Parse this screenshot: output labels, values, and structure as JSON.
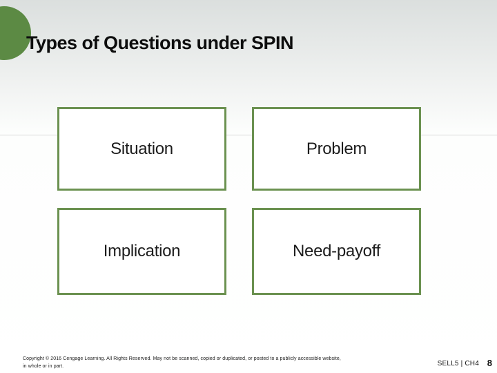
{
  "slide": {
    "title": "Types of Questions under SPIN",
    "boxes": [
      {
        "label": "Situation"
      },
      {
        "label": "Problem"
      },
      {
        "label": "Implication"
      },
      {
        "label": "Need-payoff"
      }
    ],
    "footer": {
      "copyright_line1": "Copyright © 2016 Cengage Learning. All Rights Reserved. May not be scanned, copied or duplicated, or posted to a publicly accessible website,",
      "copyright_line2": "in whole or in part.",
      "course_ref": "SELL5 | CH4",
      "page_number": "8"
    },
    "colors": {
      "accent_green": "#6b9150",
      "circle_green": "#5c8a44",
      "background_top": "#dbdfde",
      "line_gray": "#d6d8d7"
    }
  }
}
